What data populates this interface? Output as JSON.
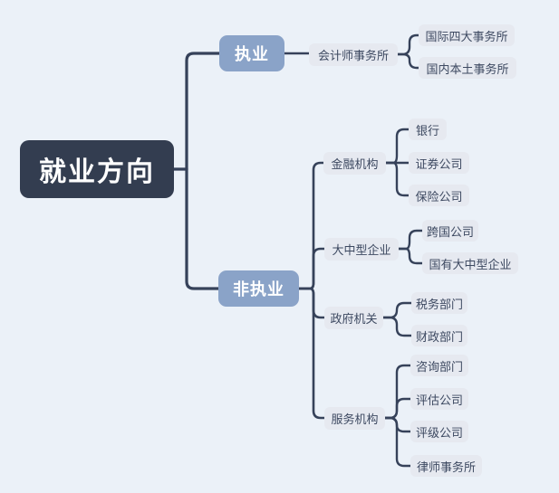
{
  "colors": {
    "canvas_bg": "#ebf1f8",
    "root_bg": "#333d50",
    "root_text": "#ffffff",
    "level1_bg": "#8aa3c8",
    "level1_text": "#ffffff",
    "sub_node_bg": "#e6e9f0",
    "sub_node_text": "#3d4961",
    "connector": "#36425a"
  },
  "mindmap": {
    "root": {
      "label": "就业方向"
    },
    "branches": [
      {
        "label": "执业",
        "children": [
          {
            "label": "会计师事务所",
            "children": [
              {
                "label": "国际四大事务所"
              },
              {
                "label": "国内本土事务所"
              }
            ]
          }
        ]
      },
      {
        "label": "非执业",
        "children": [
          {
            "label": "金融机构",
            "children": [
              {
                "label": "银行"
              },
              {
                "label": "证券公司"
              },
              {
                "label": "保险公司"
              }
            ]
          },
          {
            "label": "大中型企业",
            "children": [
              {
                "label": "跨国公司"
              },
              {
                "label": "国有大中型企业"
              }
            ]
          },
          {
            "label": "政府机关",
            "children": [
              {
                "label": "税务部门"
              },
              {
                "label": "财政部门"
              }
            ]
          },
          {
            "label": "服务机构",
            "children": [
              {
                "label": "咨询部门"
              },
              {
                "label": "评估公司"
              },
              {
                "label": "评级公司"
              },
              {
                "label": "律师事务所"
              }
            ]
          }
        ]
      }
    ]
  }
}
